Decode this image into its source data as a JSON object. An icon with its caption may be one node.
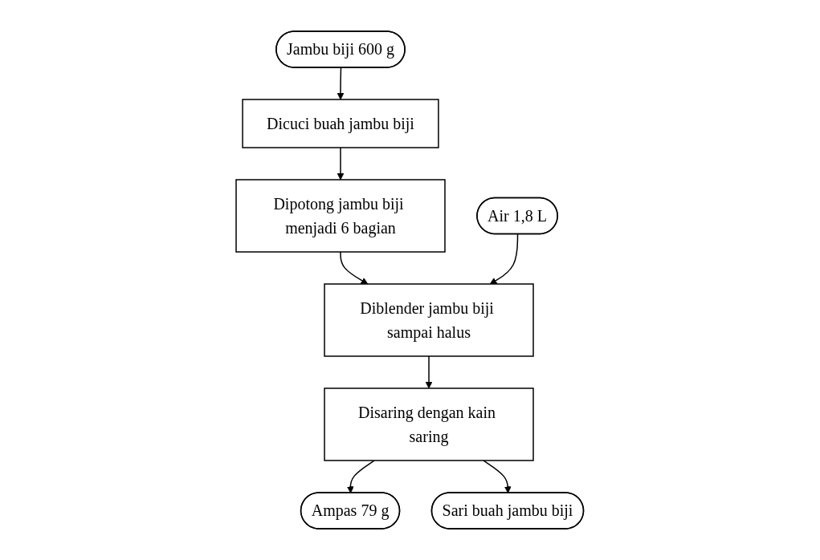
{
  "diagram": {
    "nodes": [
      {
        "text": [
          "Jambu biji 600 g"
        ]
      },
      {
        "text": [
          "Dicuci buah jambu biji"
        ]
      },
      {
        "text": [
          "Dipotong jambu biji menjadi 6 bagian"
        ]
      },
      {
        "text": [
          "Air 1,8 L"
        ]
      },
      {
        "text": [
          "Diblender jambu biji sampai halus"
        ]
      },
      {
        "text": [
          "Disaring dengan kain saring"
        ]
      },
      {
        "text": [
          "Ampas 79 g"
        ]
      },
      {
        "text": [
          "Sari buah jambu biji"
        ]
      }
    ],
    "edges": [
      {
        "from": 0,
        "to": 1,
        "arrow": "to"
      },
      {
        "from": 1,
        "to": 2,
        "arrow": "to"
      },
      {
        "from": 2,
        "to": 4,
        "arrow": "to"
      },
      {
        "from": 3,
        "to": 4,
        "arrow": "to"
      },
      {
        "from": 4,
        "to": 5,
        "arrow": "to"
      },
      {
        "from": 5,
        "to": 6,
        "arrow": "to"
      },
      {
        "from": 5,
        "to": 7,
        "arrow": "to"
      }
    ]
  }
}
